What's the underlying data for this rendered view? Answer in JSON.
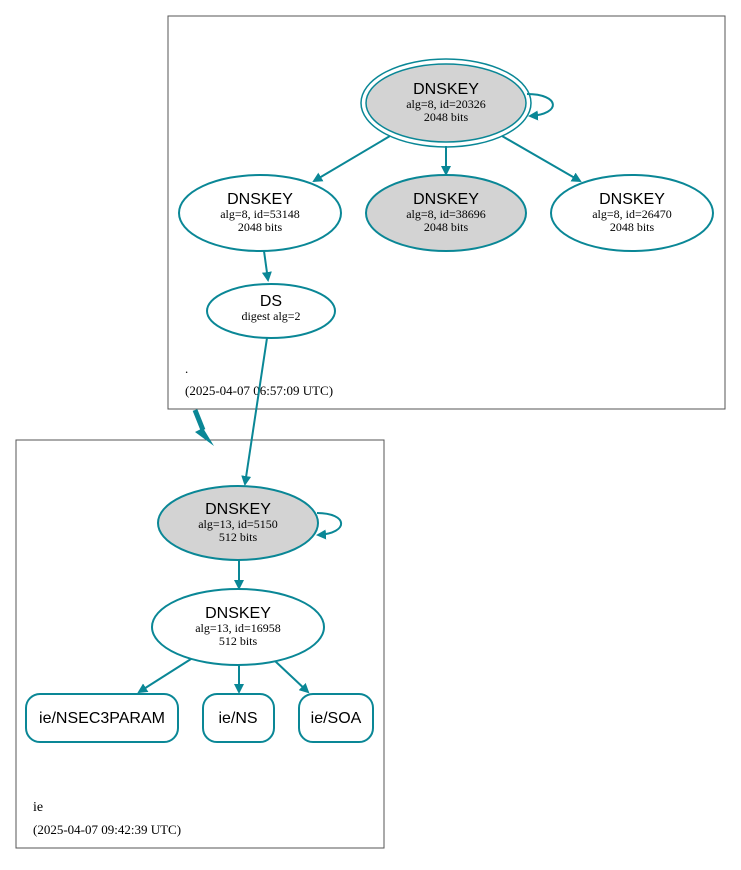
{
  "colors": {
    "edge": "#0a8796",
    "node_stroke": "#0a8796",
    "filled_node": "#d3d3d3",
    "cluster_border": "#555555"
  },
  "clusters": {
    "root": {
      "name": ".",
      "timestamp": "(2025-04-07 06:57:09 UTC)"
    },
    "ie": {
      "name": "ie",
      "timestamp": "(2025-04-07 09:42:39 UTC)"
    }
  },
  "nodes": {
    "root_ksk": {
      "title": "DNSKEY",
      "line1": "alg=8, id=20326",
      "line2": "2048 bits"
    },
    "root_zsk1": {
      "title": "DNSKEY",
      "line1": "alg=8, id=53148",
      "line2": "2048 bits"
    },
    "root_zsk2": {
      "title": "DNSKEY",
      "line1": "alg=8, id=38696",
      "line2": "2048 bits"
    },
    "root_zsk3": {
      "title": "DNSKEY",
      "line1": "alg=8, id=26470",
      "line2": "2048 bits"
    },
    "ds": {
      "title": "DS",
      "line1": "digest alg=2"
    },
    "ie_ksk": {
      "title": "DNSKEY",
      "line1": "alg=13, id=5150",
      "line2": "512 bits"
    },
    "ie_zsk": {
      "title": "DNSKEY",
      "line1": "alg=13, id=16958",
      "line2": "512 bits"
    },
    "rr_nsec3param": {
      "label": "ie/NSEC3PARAM"
    },
    "rr_ns": {
      "label": "ie/NS"
    },
    "rr_soa": {
      "label": "ie/SOA"
    }
  }
}
